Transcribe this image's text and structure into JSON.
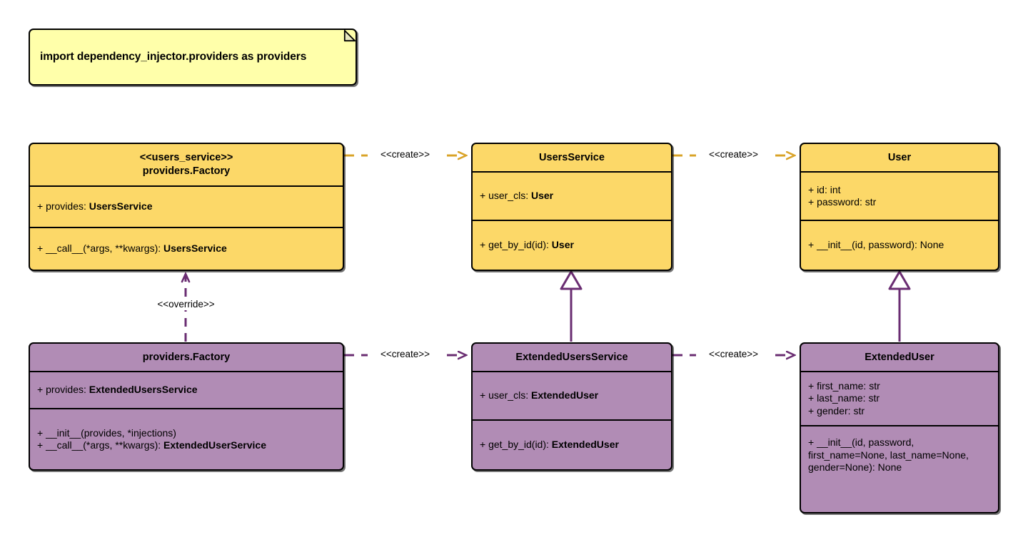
{
  "diagram": {
    "title": "Dependency Injector providers UML class diagram",
    "colors": {
      "yellow_fill": "#fcd868",
      "purple_fill": "#b18cb5",
      "note_fill": "#ffffaa",
      "yellow_edge": "#d9a328",
      "purple_edge": "#6a2d72",
      "outline": "#000000"
    }
  },
  "note": {
    "text": "import dependency_injector.providers as providers"
  },
  "classes": {
    "users_service_factory": {
      "stereotype": "<<users_service>>",
      "name": "providers.Factory",
      "attributes": [
        {
          "prefix": "+ provides: ",
          "type": "UsersService"
        }
      ],
      "methods": [
        {
          "prefix": "+ __call__(*args, **kwargs): ",
          "type": "UsersService"
        }
      ]
    },
    "users_service": {
      "stereotype": "",
      "name": "UsersService",
      "attributes": [
        {
          "prefix": "+ user_cls: ",
          "type": "User"
        }
      ],
      "methods": [
        {
          "prefix": "+ get_by_id(id): ",
          "type": "User"
        }
      ]
    },
    "user": {
      "stereotype": "",
      "name": "User",
      "attributes": [
        {
          "prefix": "+ id: int",
          "type": ""
        },
        {
          "prefix": "+ password: str",
          "type": ""
        }
      ],
      "methods": [
        {
          "prefix": "+ __init__(id, password): None",
          "type": ""
        }
      ]
    },
    "extended_factory": {
      "stereotype": "",
      "name": "providers.Factory",
      "attributes": [
        {
          "prefix": "+ provides: ",
          "type": "ExtendedUsersService"
        }
      ],
      "methods": [
        {
          "prefix": "+ __init__(provides, *injections)",
          "type": ""
        },
        {
          "prefix": "+ __call__(*args, **kwargs): ",
          "type": "ExtendedUserService"
        }
      ]
    },
    "extended_users_service": {
      "stereotype": "",
      "name": "ExtendedUsersService",
      "attributes": [
        {
          "prefix": "+ user_cls: ",
          "type": "ExtendedUser"
        }
      ],
      "methods": [
        {
          "prefix": "+ get_by_id(id): ",
          "type": "ExtendedUser"
        }
      ]
    },
    "extended_user": {
      "stereotype": "",
      "name": "ExtendedUser",
      "attributes": [
        {
          "prefix": "+ first_name: str",
          "type": ""
        },
        {
          "prefix": "+ last_name: str",
          "type": ""
        },
        {
          "prefix": "+ gender: str",
          "type": ""
        }
      ],
      "methods": [
        {
          "prefix": "+ __init__(id, password, first_name=None, last_name=None, gender=None): None",
          "type": ""
        }
      ]
    }
  },
  "edges": {
    "create_top_left": {
      "label": "<<create>>",
      "kind": "dependency",
      "color": "#d9a328"
    },
    "create_top_right": {
      "label": "<<create>>",
      "kind": "dependency",
      "color": "#d9a328"
    },
    "create_bottom_left": {
      "label": "<<create>>",
      "kind": "dependency",
      "color": "#6a2d72"
    },
    "create_bottom_right": {
      "label": "<<create>>",
      "kind": "dependency",
      "color": "#6a2d72"
    },
    "override": {
      "label": "<<override>>",
      "kind": "dependency",
      "color": "#6a2d72"
    },
    "inherit_service": {
      "label": "",
      "kind": "generalization",
      "color": "#6a2d72"
    },
    "inherit_user": {
      "label": "",
      "kind": "generalization",
      "color": "#6a2d72"
    }
  }
}
